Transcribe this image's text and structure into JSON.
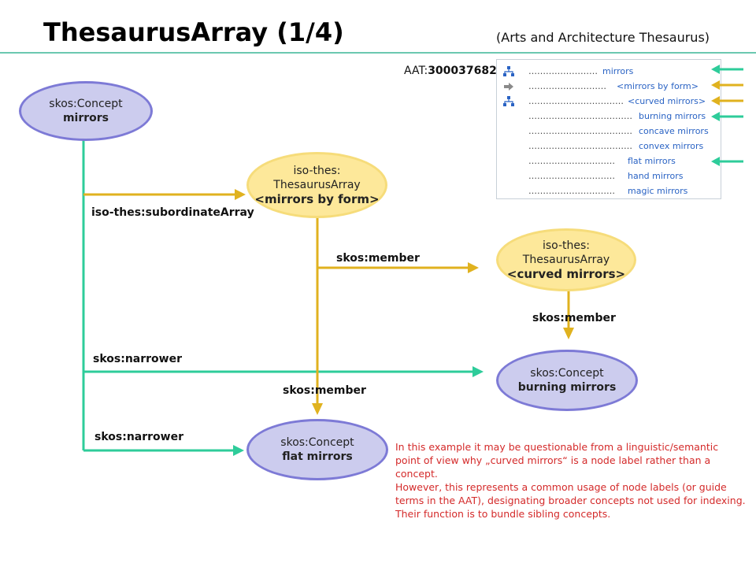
{
  "title": "ThesaurusArray (1/4)",
  "subtitle": "(Arts and Architecture Thesaurus)",
  "aat": {
    "prefix": "AAT:",
    "id": "300037682"
  },
  "nodes": {
    "mirrors": {
      "line1": "skos:Concept",
      "line2": "mirrors"
    },
    "mirrors_by_form": {
      "line1": "iso-thes:",
      "line2": "ThesaurusArray",
      "line3": "<mirrors by form>"
    },
    "curved_mirrors": {
      "line1": "iso-thes:",
      "line2": "ThesaurusArray",
      "line3": "<curved mirrors>"
    },
    "burning_mirrors": {
      "line1": "skos:Concept",
      "line2": "burning mirrors"
    },
    "flat_mirrors": {
      "line1": "skos:Concept",
      "line2": "flat mirrors"
    }
  },
  "edge_labels": {
    "subordinate_array": "iso-thes:subordinateArray",
    "member_curved": "skos:member",
    "member_burning": "skos:member",
    "member_flat": "skos:member",
    "narrower_burning": "skos:narrower",
    "narrower_flat": "skos:narrower"
  },
  "hierarchy_panel": [
    {
      "dots": "……………………",
      "term": "mirrors",
      "icon": "hierarchy-icon",
      "arrow": "green"
    },
    {
      "dots": "………………………",
      "term": "<mirrors by form>",
      "icon": "right-arrow-icon",
      "arrow": "yellow"
    },
    {
      "dots": "……………………………",
      "term": "<curved mirrors>",
      "icon": "hierarchy-icon",
      "arrow": "yellow"
    },
    {
      "dots": "………………………………",
      "term": "burning mirrors",
      "icon": "",
      "arrow": "green"
    },
    {
      "dots": "………………………………",
      "term": "concave mirrors",
      "icon": "",
      "arrow": ""
    },
    {
      "dots": "………………………………",
      "term": "convex mirrors",
      "icon": "",
      "arrow": ""
    },
    {
      "dots": "…………………………",
      "term": "flat mirrors",
      "icon": "",
      "arrow": "green"
    },
    {
      "dots": "…………………………",
      "term": "hand mirrors",
      "icon": "",
      "arrow": ""
    },
    {
      "dots": "…………………………",
      "term": "magic mirrors",
      "icon": "",
      "arrow": ""
    }
  ],
  "note": {
    "p1": "In this example it may be questionable from a linguistic/semantic point of view why „curved mirrors“ is a node label rather than a concept.",
    "p2": "However, this represents a common usage of node labels (or guide terms in the AAT), designating broader concepts not used for indexing. Their function is to bundle sibling concepts."
  },
  "colors": {
    "narrower": "#2ecc9a",
    "member": "#e0b21f",
    "concept_fill": "#ccccee",
    "array_fill": "#fde89a",
    "note_text": "#d42a2a"
  }
}
